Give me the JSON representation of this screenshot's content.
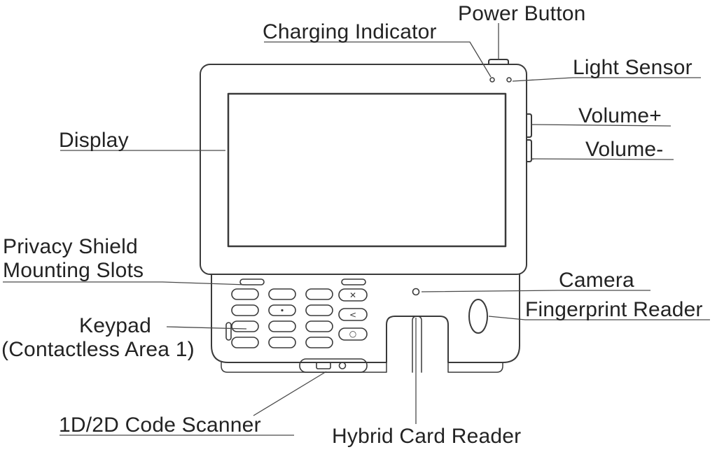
{
  "labels": {
    "power_button": "Power Button",
    "charging_indicator": "Charging Indicator",
    "light_sensor": "Light Sensor",
    "volume_plus": "Volume+",
    "volume_minus": "Volume-",
    "display": "Display",
    "privacy_shield_line1": "Privacy Shield",
    "privacy_shield_line2": "Mounting Slots",
    "keypad_line1": "Keypad",
    "keypad_line2": "(Contactless Area 1)",
    "camera": "Camera",
    "fingerprint_reader": "Fingerprint Reader",
    "code_scanner": "1D/2D Code Scanner",
    "hybrid_card_reader": "Hybrid Card Reader"
  },
  "keypad": {
    "cancel_key_symbol": "✕",
    "clear_key_symbol": "<",
    "enter_key_symbol": "○"
  },
  "colors": {
    "device_line": "#3a3a3a",
    "leader_line": "#4a4a4a",
    "text": "#232323",
    "background": "#ffffff"
  }
}
